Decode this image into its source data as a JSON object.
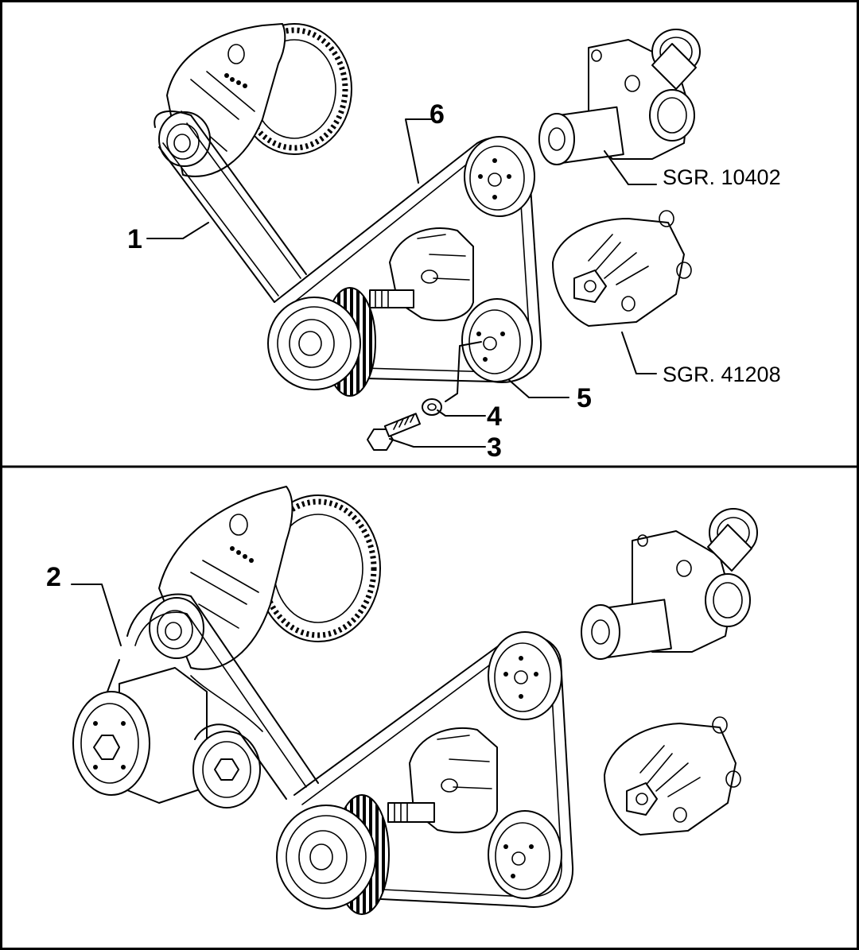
{
  "callouts": {
    "c1": "1",
    "c2": "2",
    "c3": "3",
    "c4": "4",
    "c5": "5",
    "c6": "6"
  },
  "references": {
    "pump_a": "SGR. 10402",
    "pump_b": "SGR. 41208"
  },
  "colors": {
    "ink": "#000000",
    "paper": "#ffffff"
  }
}
